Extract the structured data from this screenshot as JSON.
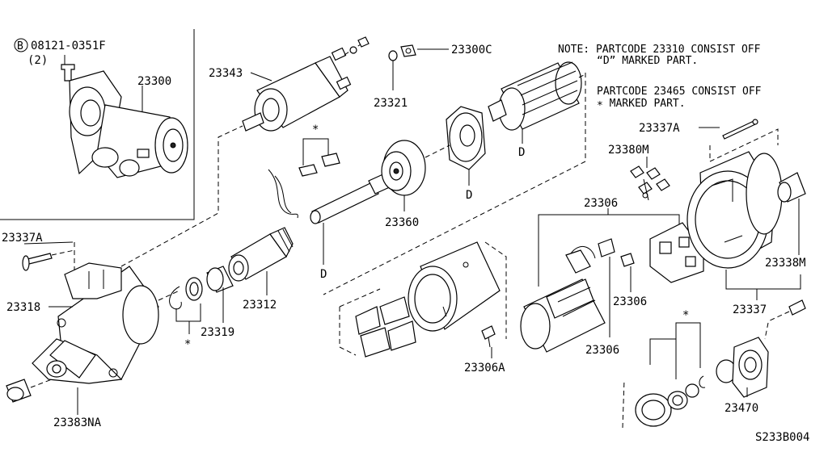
{
  "diagram_id": "S233B004",
  "notes": {
    "line1": "NOTE: PARTCODE 23310 CONSIST OFF",
    "line2": "“D” MARKED PART.",
    "line3": "PARTCODE 23465 CONSIST OFF",
    "line4": "∗ MARKED PART."
  },
  "bolt_callout": {
    "symbol": "B",
    "code": "08121-0351F",
    "qty": "(2)"
  },
  "labels": {
    "p23300": "23300",
    "p23343": "23343",
    "p23321": "23321",
    "p23300C": "23300C",
    "p23337A_top": "23337A",
    "p23380M": "23380M",
    "p23360": "23360",
    "p23306_top": "23306",
    "p23337A_left": "23337A",
    "p23318": "23318",
    "p23312": "23312",
    "p23319": "23319",
    "p23383NA": "23383NA",
    "p23306_mid": "23306",
    "p23306_low": "23306",
    "p23306A": "23306A",
    "p23338M": "23338M",
    "p23337": "23337",
    "p23470": "23470"
  },
  "marks": {
    "d": "D",
    "star": "∗"
  }
}
